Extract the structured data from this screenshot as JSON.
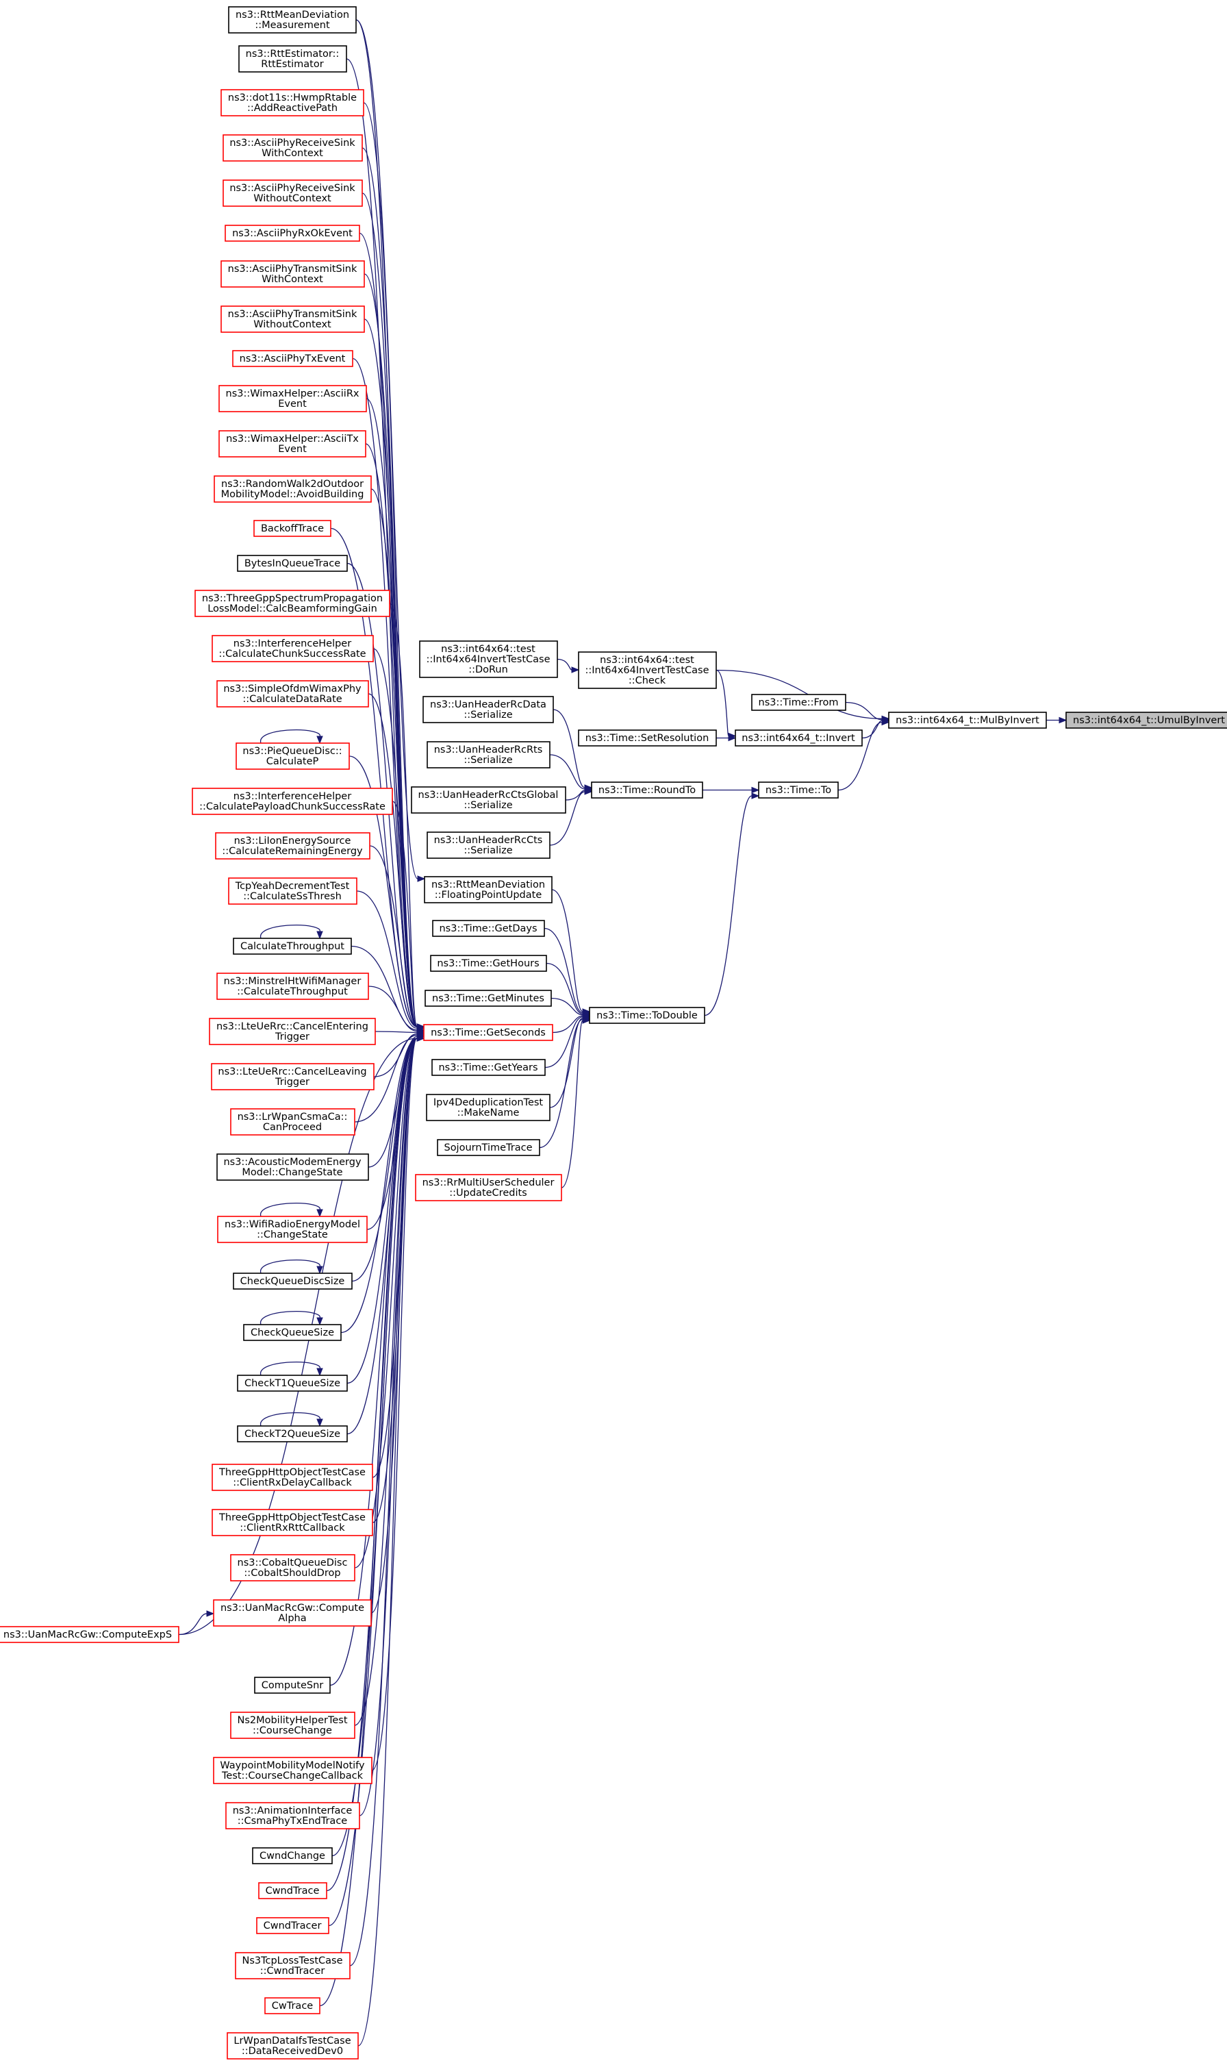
{
  "colors": {
    "edge": "#191970",
    "border_documented": "#000000",
    "border_undocumented": "#ff0000",
    "focus_fill": "#bfbfbf",
    "background": "#ffffff"
  },
  "nodes": [
    {
      "id": "n0",
      "lines": [
        "ns3::RttMeanDeviation",
        "::Measurement"
      ],
      "border": "black"
    },
    {
      "id": "n1",
      "lines": [
        "ns3::RttEstimator::",
        "RttEstimator"
      ],
      "border": "black"
    },
    {
      "id": "n2",
      "lines": [
        "ns3::dot11s::HwmpRtable",
        "::AddReactivePath"
      ],
      "border": "red"
    },
    {
      "id": "n3",
      "lines": [
        "ns3::AsciiPhyReceiveSink",
        "WithContext"
      ],
      "border": "red"
    },
    {
      "id": "n4",
      "lines": [
        "ns3::AsciiPhyReceiveSink",
        "WithoutContext"
      ],
      "border": "red"
    },
    {
      "id": "n5",
      "lines": [
        "ns3::AsciiPhyRxOkEvent"
      ],
      "border": "red"
    },
    {
      "id": "n6",
      "lines": [
        "ns3::AsciiPhyTransmitSink",
        "WithContext"
      ],
      "border": "red"
    },
    {
      "id": "n7",
      "lines": [
        "ns3::AsciiPhyTransmitSink",
        "WithoutContext"
      ],
      "border": "red"
    },
    {
      "id": "n8",
      "lines": [
        "ns3::AsciiPhyTxEvent"
      ],
      "border": "red"
    },
    {
      "id": "n9",
      "lines": [
        "ns3::WimaxHelper::AsciiRx",
        "Event"
      ],
      "border": "red"
    },
    {
      "id": "n10",
      "lines": [
        "ns3::WimaxHelper::AsciiTx",
        "Event"
      ],
      "border": "red"
    },
    {
      "id": "n11",
      "lines": [
        "ns3::RandomWalk2dOutdoor",
        "MobilityModel::AvoidBuilding"
      ],
      "border": "red"
    },
    {
      "id": "n12",
      "lines": [
        "BackoffTrace"
      ],
      "border": "red"
    },
    {
      "id": "n13",
      "lines": [
        "BytesInQueueTrace"
      ],
      "border": "black"
    },
    {
      "id": "n14",
      "lines": [
        "ns3::ThreeGppSpectrumPropagation",
        "LossModel::CalcBeamformingGain"
      ],
      "border": "red"
    },
    {
      "id": "n15",
      "lines": [
        "ns3::InterferenceHelper",
        "::CalculateChunkSuccessRate"
      ],
      "border": "red"
    },
    {
      "id": "n16",
      "lines": [
        "ns3::SimpleOfdmWimaxPhy",
        "::CalculateDataRate"
      ],
      "border": "red"
    },
    {
      "id": "n17",
      "lines": [
        "ns3::PieQueueDisc::",
        "CalculateP"
      ],
      "border": "red"
    },
    {
      "id": "n18",
      "lines": [
        "ns3::InterferenceHelper",
        "::CalculatePayloadChunkSuccessRate"
      ],
      "border": "red"
    },
    {
      "id": "n19",
      "lines": [
        "ns3::LiIonEnergySource",
        "::CalculateRemainingEnergy"
      ],
      "border": "red"
    },
    {
      "id": "n20",
      "lines": [
        "TcpYeahDecrementTest",
        "::CalculateSsThresh"
      ],
      "border": "red"
    },
    {
      "id": "n21",
      "lines": [
        "CalculateThroughput"
      ],
      "border": "black"
    },
    {
      "id": "n22",
      "lines": [
        "ns3::MinstrelHtWifiManager",
        "::CalculateThroughput"
      ],
      "border": "red"
    },
    {
      "id": "n23",
      "lines": [
        "ns3::LteUeRrc::CancelEntering",
        "Trigger"
      ],
      "border": "red"
    },
    {
      "id": "n24",
      "lines": [
        "ns3::LteUeRrc::CancelLeaving",
        "Trigger"
      ],
      "border": "red"
    },
    {
      "id": "n25",
      "lines": [
        "ns3::LrWpanCsmaCa::",
        "CanProceed"
      ],
      "border": "red"
    },
    {
      "id": "n26",
      "lines": [
        "ns3::AcousticModemEnergy",
        "Model::ChangeState"
      ],
      "border": "black"
    },
    {
      "id": "n27",
      "lines": [
        "ns3::WifiRadioEnergyModel",
        "::ChangeState"
      ],
      "border": "red"
    },
    {
      "id": "n28",
      "lines": [
        "CheckQueueDiscSize"
      ],
      "border": "black"
    },
    {
      "id": "n29",
      "lines": [
        "CheckQueueSize"
      ],
      "border": "black"
    },
    {
      "id": "n30",
      "lines": [
        "CheckT1QueueSize"
      ],
      "border": "black"
    },
    {
      "id": "n31",
      "lines": [
        "CheckT2QueueSize"
      ],
      "border": "black"
    },
    {
      "id": "n32",
      "lines": [
        "ThreeGppHttpObjectTestCase",
        "::ClientRxDelayCallback"
      ],
      "border": "red"
    },
    {
      "id": "n33",
      "lines": [
        "ThreeGppHttpObjectTestCase",
        "::ClientRxRttCallback"
      ],
      "border": "red"
    },
    {
      "id": "n34",
      "lines": [
        "ns3::CobaltQueueDisc",
        "::CobaltShouldDrop"
      ],
      "border": "red"
    },
    {
      "id": "n35",
      "lines": [
        "ns3::UanMacRcGw::Compute",
        "Alpha"
      ],
      "border": "red"
    },
    {
      "id": "n36",
      "lines": [
        "ns3::UanMacRcGw::ComputeExpS"
      ],
      "border": "red"
    },
    {
      "id": "n37",
      "lines": [
        "ComputeSnr"
      ],
      "border": "black"
    },
    {
      "id": "n38",
      "lines": [
        "Ns2MobilityHelperTest",
        "::CourseChange"
      ],
      "border": "red"
    },
    {
      "id": "n39",
      "lines": [
        "WaypointMobilityModelNotify",
        "Test::CourseChangeCallback"
      ],
      "border": "red"
    },
    {
      "id": "n40",
      "lines": [
        "ns3::AnimationInterface",
        "::CsmaPhyTxEndTrace"
      ],
      "border": "red"
    },
    {
      "id": "n41",
      "lines": [
        "CwndChange"
      ],
      "border": "black"
    },
    {
      "id": "n42",
      "lines": [
        "CwndTrace"
      ],
      "border": "red"
    },
    {
      "id": "n43",
      "lines": [
        "CwndTracer"
      ],
      "border": "red"
    },
    {
      "id": "n44",
      "lines": [
        "Ns3TcpLossTestCase",
        "::CwndTracer"
      ],
      "border": "red"
    },
    {
      "id": "n45",
      "lines": [
        "CwTrace"
      ],
      "border": "red"
    },
    {
      "id": "n46",
      "lines": [
        "LrWpanDataIfsTestCase",
        "::DataReceivedDev0"
      ],
      "border": "red"
    },
    {
      "id": "m0",
      "lines": [
        "ns3::int64x64::test",
        "::Int64x64InvertTestCase",
        "::DoRun"
      ],
      "border": "black"
    },
    {
      "id": "m1",
      "lines": [
        "ns3::UanHeaderRcData",
        "::Serialize"
      ],
      "border": "black"
    },
    {
      "id": "m2",
      "lines": [
        "ns3::UanHeaderRcRts",
        "::Serialize"
      ],
      "border": "black"
    },
    {
      "id": "m3",
      "lines": [
        "ns3::UanHeaderRcCtsGlobal",
        "::Serialize"
      ],
      "border": "black"
    },
    {
      "id": "m4",
      "lines": [
        "ns3::UanHeaderRcCts",
        "::Serialize"
      ],
      "border": "black"
    },
    {
      "id": "m5",
      "lines": [
        "ns3::RttMeanDeviation",
        "::FloatingPointUpdate"
      ],
      "border": "black"
    },
    {
      "id": "m6",
      "lines": [
        "ns3::Time::GetDays"
      ],
      "border": "black"
    },
    {
      "id": "m7",
      "lines": [
        "ns3::Time::GetHours"
      ],
      "border": "black"
    },
    {
      "id": "m8",
      "lines": [
        "ns3::Time::GetMinutes"
      ],
      "border": "black"
    },
    {
      "id": "m9",
      "lines": [
        "ns3::Time::GetSeconds"
      ],
      "border": "red"
    },
    {
      "id": "m10",
      "lines": [
        "ns3::Time::GetYears"
      ],
      "border": "black"
    },
    {
      "id": "m11",
      "lines": [
        "Ipv4DeduplicationTest",
        "::MakeName"
      ],
      "border": "black"
    },
    {
      "id": "m12",
      "lines": [
        "SojournTimeTrace"
      ],
      "border": "black"
    },
    {
      "id": "m13",
      "lines": [
        "ns3::RrMultiUserScheduler",
        "::UpdateCredits"
      ],
      "border": "red"
    },
    {
      "id": "r0",
      "lines": [
        "ns3::int64x64::test",
        "::Int64x64InvertTestCase",
        "::Check"
      ],
      "border": "black"
    },
    {
      "id": "r1",
      "lines": [
        "ns3::Time::SetResolution"
      ],
      "border": "black"
    },
    {
      "id": "r2",
      "lines": [
        "ns3::Time::RoundTo"
      ],
      "border": "black"
    },
    {
      "id": "r3",
      "lines": [
        "ns3::Time::ToDouble"
      ],
      "border": "black"
    },
    {
      "id": "s0",
      "lines": [
        "ns3::Time::From"
      ],
      "border": "black"
    },
    {
      "id": "s1",
      "lines": [
        "ns3::int64x64_t::Invert"
      ],
      "border": "black"
    },
    {
      "id": "s2",
      "lines": [
        "ns3::Time::To"
      ],
      "border": "black"
    },
    {
      "id": "t0",
      "lines": [
        "ns3::int64x64_t::MulByInvert"
      ],
      "border": "black"
    },
    {
      "id": "f0",
      "lines": [
        "ns3::int64x64_t::UmulByInvert"
      ],
      "border": "black",
      "focus": true
    }
  ],
  "edges": [
    {
      "from": "m0",
      "to": "r0"
    },
    {
      "from": "r0",
      "to": "t0"
    },
    {
      "from": "r0",
      "to": "s1"
    },
    {
      "from": "s0",
      "to": "t0"
    },
    {
      "from": "r1",
      "to": "s1"
    },
    {
      "from": "s1",
      "to": "t0"
    },
    {
      "from": "t0",
      "to": "f0"
    },
    {
      "from": "s2",
      "to": "t0"
    },
    {
      "from": "r2",
      "to": "s2"
    },
    {
      "from": "r3",
      "to": "s2"
    },
    {
      "from": "m1",
      "to": "r2"
    },
    {
      "from": "m2",
      "to": "r2"
    },
    {
      "from": "m3",
      "to": "r2"
    },
    {
      "from": "m4",
      "to": "r2"
    },
    {
      "from": "m5",
      "to": "r3"
    },
    {
      "from": "m6",
      "to": "r3"
    },
    {
      "from": "m7",
      "to": "r3"
    },
    {
      "from": "m8",
      "to": "r3"
    },
    {
      "from": "m9",
      "to": "r3"
    },
    {
      "from": "m10",
      "to": "r3"
    },
    {
      "from": "m11",
      "to": "r3"
    },
    {
      "from": "m12",
      "to": "r3"
    },
    {
      "from": "m13",
      "to": "r3"
    },
    {
      "from": "n0",
      "to": "m9"
    },
    {
      "from": "n1",
      "to": "m9"
    },
    {
      "from": "n2",
      "to": "m9"
    },
    {
      "from": "n3",
      "to": "m9"
    },
    {
      "from": "n4",
      "to": "m9"
    },
    {
      "from": "n5",
      "to": "m9"
    },
    {
      "from": "n6",
      "to": "m9"
    },
    {
      "from": "n7",
      "to": "m9"
    },
    {
      "from": "n8",
      "to": "m9"
    },
    {
      "from": "n9",
      "to": "m9"
    },
    {
      "from": "n10",
      "to": "m9"
    },
    {
      "from": "n11",
      "to": "m9"
    },
    {
      "from": "n12",
      "to": "m9"
    },
    {
      "from": "n13",
      "to": "m9"
    },
    {
      "from": "n14",
      "to": "m9"
    },
    {
      "from": "n15",
      "to": "m9"
    },
    {
      "from": "n16",
      "to": "m9"
    },
    {
      "from": "n17",
      "to": "m9"
    },
    {
      "from": "n18",
      "to": "m9"
    },
    {
      "from": "n19",
      "to": "m9"
    },
    {
      "from": "n20",
      "to": "m9"
    },
    {
      "from": "n21",
      "to": "m9"
    },
    {
      "from": "n22",
      "to": "m9"
    },
    {
      "from": "n23",
      "to": "m9"
    },
    {
      "from": "n24",
      "to": "m9"
    },
    {
      "from": "n25",
      "to": "m9"
    },
    {
      "from": "n26",
      "to": "m9"
    },
    {
      "from": "n27",
      "to": "m9"
    },
    {
      "from": "n28",
      "to": "m9"
    },
    {
      "from": "n29",
      "to": "m9"
    },
    {
      "from": "n30",
      "to": "m9"
    },
    {
      "from": "n31",
      "to": "m9"
    },
    {
      "from": "n32",
      "to": "m9"
    },
    {
      "from": "n33",
      "to": "m9"
    },
    {
      "from": "n34",
      "to": "m9"
    },
    {
      "from": "n35",
      "to": "m9"
    },
    {
      "from": "n36",
      "to": "m9"
    },
    {
      "from": "n37",
      "to": "m9"
    },
    {
      "from": "n38",
      "to": "m9"
    },
    {
      "from": "n39",
      "to": "m9"
    },
    {
      "from": "n40",
      "to": "m9"
    },
    {
      "from": "n41",
      "to": "m9"
    },
    {
      "from": "n42",
      "to": "m9"
    },
    {
      "from": "n43",
      "to": "m9"
    },
    {
      "from": "n44",
      "to": "m9"
    },
    {
      "from": "n45",
      "to": "m9"
    },
    {
      "from": "n46",
      "to": "m9"
    },
    {
      "from": "n36",
      "to": "n35"
    },
    {
      "from": "n0",
      "to": "m5"
    },
    {
      "from": "n17",
      "to": "n17",
      "self": true
    },
    {
      "from": "n21",
      "to": "n21",
      "self": true
    },
    {
      "from": "n27",
      "to": "n27",
      "self": true
    },
    {
      "from": "n28",
      "to": "n28",
      "self": true
    },
    {
      "from": "n29",
      "to": "n29",
      "self": true
    },
    {
      "from": "n30",
      "to": "n30",
      "self": true
    },
    {
      "from": "n31",
      "to": "n31",
      "self": true
    }
  ]
}
